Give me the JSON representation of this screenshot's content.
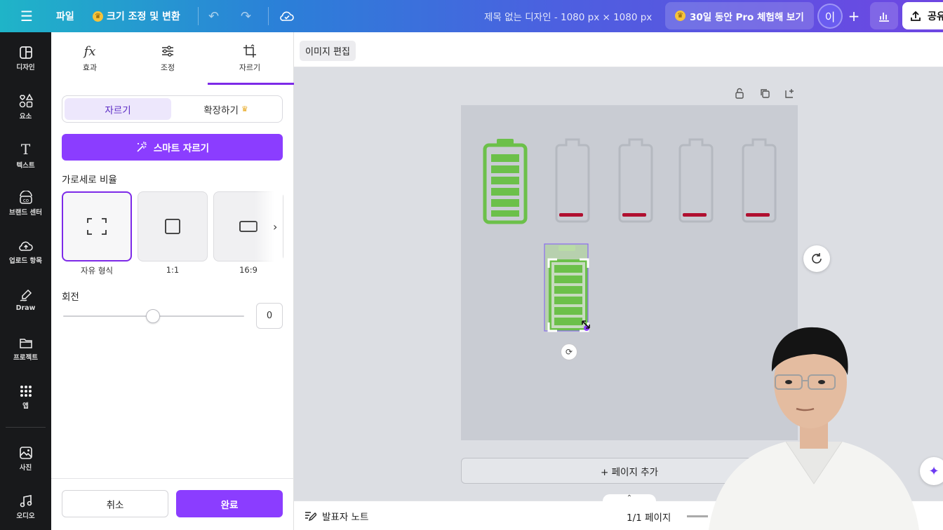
{
  "topbar": {
    "file_label": "파일",
    "resize_label": "크기 조정 및 변환",
    "doc_title": "제목 없는 디자인 - 1080 px × 1080 px",
    "pro_trial_label": "30일 동안 Pro 체험해 보기",
    "avatar_initial": "이",
    "share_label": "공유"
  },
  "rail": {
    "items": [
      {
        "label": "디자인"
      },
      {
        "label": "요소"
      },
      {
        "label": "텍스트"
      },
      {
        "label": "브랜드 센터"
      },
      {
        "label": "업로드 항목"
      },
      {
        "label": "Draw"
      },
      {
        "label": "프로젝트"
      },
      {
        "label": "앱"
      },
      {
        "label": "사진"
      },
      {
        "label": "오디오"
      }
    ]
  },
  "panel": {
    "tabs": [
      {
        "icon_text": "fx",
        "label": "효과"
      },
      {
        "label": "조정"
      },
      {
        "label": "자르기"
      }
    ],
    "seg_crop": "자르기",
    "seg_expand": "확장하기",
    "smart_crop": "스마트 자르기",
    "ratio_title": "가로세로 비율",
    "ratios": [
      {
        "label": "자유 형식"
      },
      {
        "label": "1:1"
      },
      {
        "label": "16:9"
      }
    ],
    "rotate_title": "회전",
    "rotate_value": "0",
    "cancel": "취소",
    "done": "완료"
  },
  "editor": {
    "image_edit": "이미지 편집",
    "add_page": "+ 페이지 추가",
    "notes": "발표자 노트",
    "page_count": "1/1 페이지"
  },
  "colors": {
    "accent": "#8b3dff",
    "battery_green": "#6cc04a",
    "battery_empty": "#b5b9c0",
    "battery_red": "#b01030"
  }
}
